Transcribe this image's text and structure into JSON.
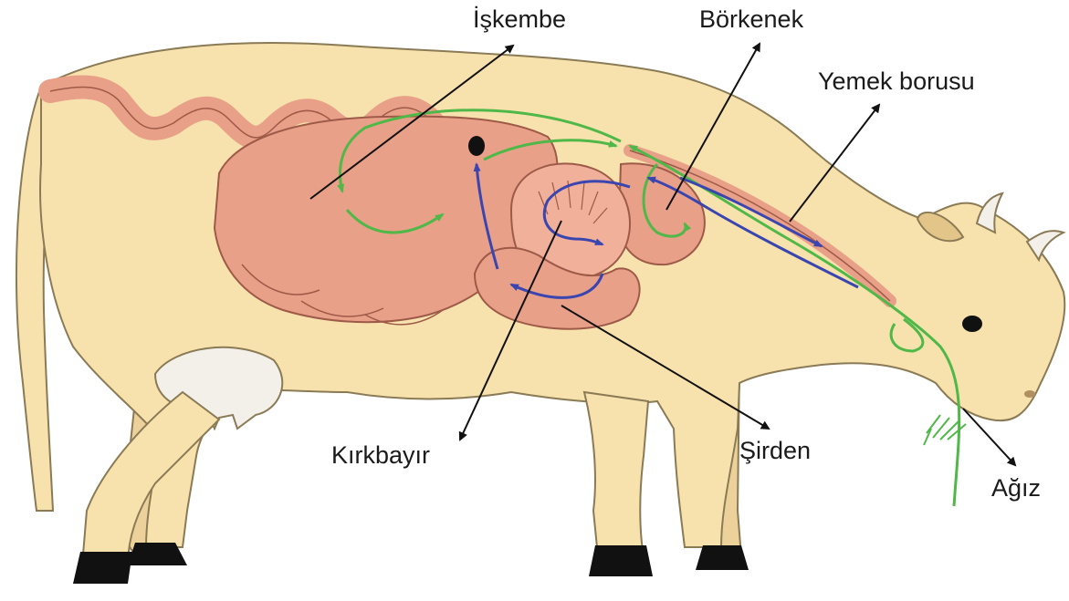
{
  "labels": {
    "iskembe": "İşkembe",
    "borkenek": "Börkenek",
    "yemek_borusu": "Yemek borusu",
    "kirkbayir": "Kırkbayır",
    "sirden": "Şirden",
    "agiz": "Ağız"
  },
  "colors": {
    "body": "#f7e2ae",
    "body_outline": "#8a7a55",
    "organ": "#e9a088",
    "organ_outline": "#9e5a48",
    "food_path": "#4fb848",
    "cud_path": "#3a45b0",
    "hoof": "#111111",
    "udder": "#f3f0ea",
    "arrow": "#111111"
  }
}
